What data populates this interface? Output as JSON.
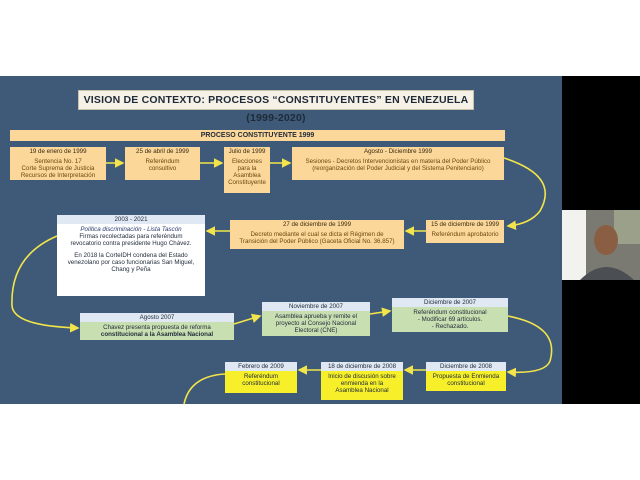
{
  "slide": {
    "title": "VISION DE CONTEXTO: PROCESOS “CONSTITUYENTES” EN VENEZUELA (1999-2020)",
    "band": "PROCESO CONSTITUYENTE 1999",
    "row1": [
      {
        "date": "19 de enero de 1999",
        "lines": [
          "Sentencia No. 17",
          "Corte Suprema de Justicia",
          "Recursos de Interpretación"
        ]
      },
      {
        "date": "25 de abril de 1999",
        "lines": [
          "Referéndum",
          "consultivo"
        ]
      },
      {
        "date": "Julio de 1999",
        "lines": [
          "Elecciones",
          "para la",
          "Asamblea",
          "Constituyente"
        ]
      },
      {
        "date": "Agosto - Diciembre 1999",
        "lines": [
          "Sesiones - Decretos Intervencionistas en materia del Poder Público",
          "(reorganización del Poder Judicial y del Sistema Penitenciario)"
        ]
      }
    ],
    "row2": [
      {
        "date": "2003 - 2021",
        "lines": [
          "Política discriminación - Lista Tascón",
          "Firmas recolectadas para referéndum",
          "revocatorio contra presidente Hugo Chávez.",
          "",
          "En 2018 la CorteIDH condena del Estado",
          "venezolano por caso funcionarias San Miguel,",
          "Chang y Peña"
        ]
      },
      {
        "date": "27 de diciembre de 1999",
        "lines": [
          "Decreto mediante el cual se dicta el Régimen de",
          "Transición del Poder Público (Gaceta Oficial No. 36.857)"
        ]
      },
      {
        "date": "15 de diciembre de 1999",
        "lines": [
          "Referéndum aprobatorio"
        ]
      }
    ],
    "row3": [
      {
        "date": "Agosto 2007",
        "lines": [
          "Chavez presenta propuesta de reforma",
          "constitucional a la Asamblea Nacional"
        ]
      },
      {
        "date": "Noviembre de 2007",
        "lines": [
          "Asamblea aprueba y remite el",
          "proyecto al Consejo Nacional",
          "Electoral (CNE)"
        ]
      },
      {
        "date": "Diciembre de 2007",
        "lines": [
          "Referéndum constitucional",
          "- Modificar 69 artículos.",
          "- Rechazado."
        ]
      }
    ],
    "row4": [
      {
        "date": "Febrero de 2009",
        "lines": [
          "Referéndum",
          "constitucional"
        ]
      },
      {
        "date": "18 de diciembre de 2008",
        "lines": [
          "Inicio de discusión sobre",
          "enmienda en la",
          "Asamblea Nacional"
        ]
      },
      {
        "date": "Diciembre de 2008",
        "lines": [
          "Propuesta de Enmienda",
          "constitucional"
        ]
      }
    ]
  },
  "colors": {
    "slide_bg": "#3e5a78",
    "orange": "#fbd79a",
    "green": "#c8dfb2",
    "yellow": "#f6ef2a",
    "arrow": "#f2e44a"
  }
}
